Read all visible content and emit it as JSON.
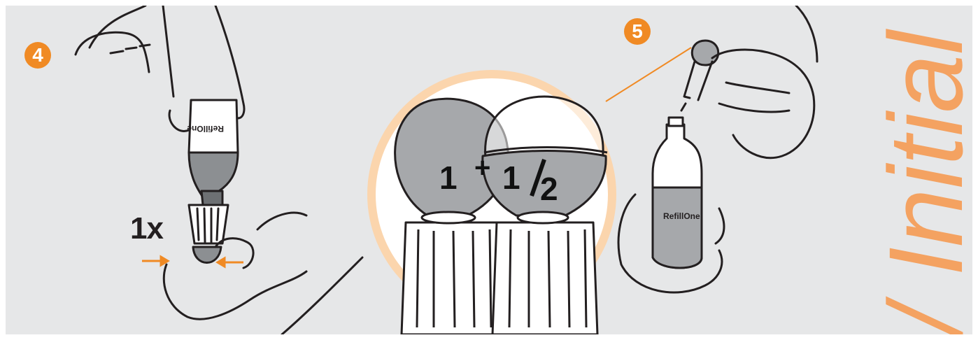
{
  "steps": {
    "step4": {
      "number": "4",
      "count": "1x"
    },
    "step5": {
      "number": "5"
    }
  },
  "zoom": {
    "full": "1",
    "plus": "+",
    "half_num": "1",
    "half_den": "2"
  },
  "bottle": {
    "brand": "RefillOne"
  },
  "side_title": "/ Initial",
  "colors": {
    "accent": "#f08a24",
    "title": "#f4a261",
    "panel": "#e6e7e8",
    "liquid": "#8c8f92",
    "ring": "#fbd5ad"
  }
}
